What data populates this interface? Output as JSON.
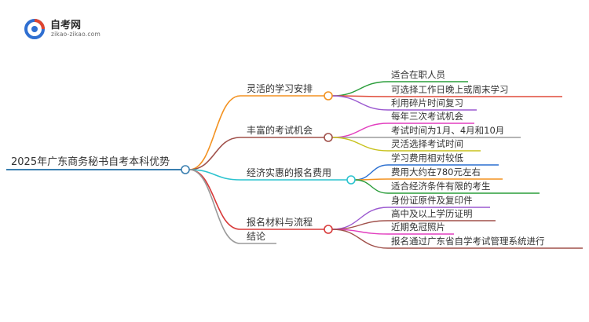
{
  "logo": {
    "title": "自考网",
    "url": "zikao-zikao.com",
    "colors": {
      "ring_primary": "#2f6fd1",
      "ring_secondary": "#e0452f"
    }
  },
  "root": {
    "label": "2025年广东商务秘书自考本科优势",
    "color": "#3a7fb0"
  },
  "branches": [
    {
      "label": "灵活的学习安排",
      "color": "#f39221",
      "leaves": [
        {
          "label": "适合在职人员",
          "color": "#2a9d3a"
        },
        {
          "label": "可选择工作日晚上或周末学习",
          "color": "#e04b3a"
        },
        {
          "label": "利用碎片时间复习",
          "color": "#9b59d0"
        }
      ]
    },
    {
      "label": "丰富的考试机会",
      "color": "#a0504a",
      "leaves": [
        {
          "label": "每年三次考试机会",
          "color": "#e23fbf"
        },
        {
          "label": "考试时间为1月、4月和10月",
          "color": "#9c9c9c"
        },
        {
          "label": "灵活选择考试时间",
          "color": "#c8c21e"
        }
      ]
    },
    {
      "label": "经济实惠的报名费用",
      "color": "#2cc3cf",
      "leaves": [
        {
          "label": "学习费用相对较低",
          "color": "#2a6fd0"
        },
        {
          "label": "费用大约在780元左右",
          "color": "#f39221"
        },
        {
          "label": "适合经济条件有限的考生",
          "color": "#2a9d3a"
        }
      ]
    },
    {
      "label": "报名材料与流程",
      "color": "#d83a3a",
      "leaves": [
        {
          "label": "身份证原件及复印件",
          "color": "#9b59d0"
        },
        {
          "label": "高中及以上学历证明",
          "color": "#a0504a"
        },
        {
          "label": "近期免冠照片",
          "color": "#e23fbf"
        },
        {
          "label": "报名通过广东省自学考试管理系统进行",
          "color": "#a0504a"
        }
      ]
    },
    {
      "label": "结论",
      "color": "#9a9a9a",
      "leaves": []
    }
  ]
}
